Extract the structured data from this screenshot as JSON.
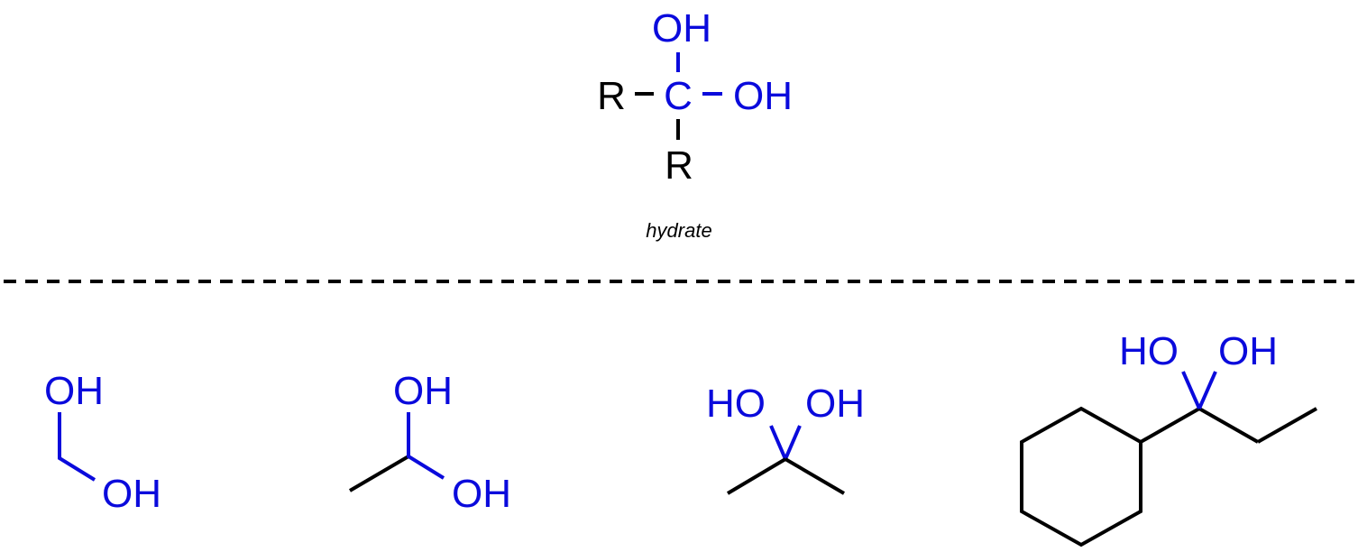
{
  "colors": {
    "highlight": "#0a0adc",
    "bond": "#000000",
    "background": "#ffffff"
  },
  "general": {
    "top_label": "OH",
    "r_left": "R",
    "carbon": "C",
    "right_label": "OH",
    "r_bottom": "R",
    "caption": "hydrate"
  },
  "examples": [
    {
      "upper_label": "OH",
      "lower_label": "OH"
    },
    {
      "upper_label": "OH",
      "lower_label": "OH"
    },
    {
      "left_label": "HO",
      "right_label": "OH"
    },
    {
      "left_label": "HO",
      "right_label": "OH"
    }
  ]
}
